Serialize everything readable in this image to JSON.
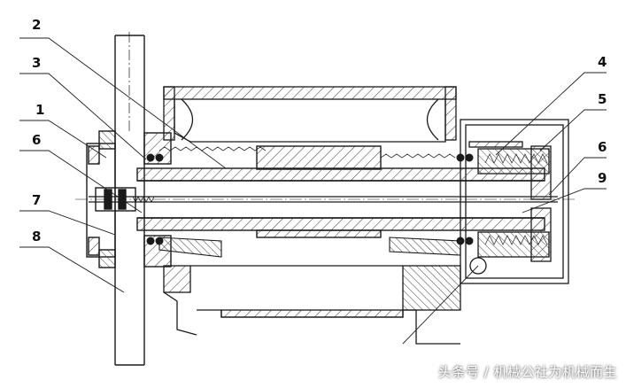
{
  "drawing": {
    "callouts": [
      {
        "id": "c2",
        "text": "2"
      },
      {
        "id": "c3",
        "text": "3"
      },
      {
        "id": "c1",
        "text": "1"
      },
      {
        "id": "c6l",
        "text": "6"
      },
      {
        "id": "c7",
        "text": "7"
      },
      {
        "id": "c8",
        "text": "8"
      },
      {
        "id": "c4",
        "text": "4"
      },
      {
        "id": "c5",
        "text": "5"
      },
      {
        "id": "c6r",
        "text": "6"
      },
      {
        "id": "c9",
        "text": "9"
      }
    ],
    "colors": {
      "line": "#1a1a1a",
      "hatch": "#333333",
      "leader": "#222222"
    }
  },
  "watermark": {
    "text": "头条号 / 机械公社为机械而生"
  }
}
